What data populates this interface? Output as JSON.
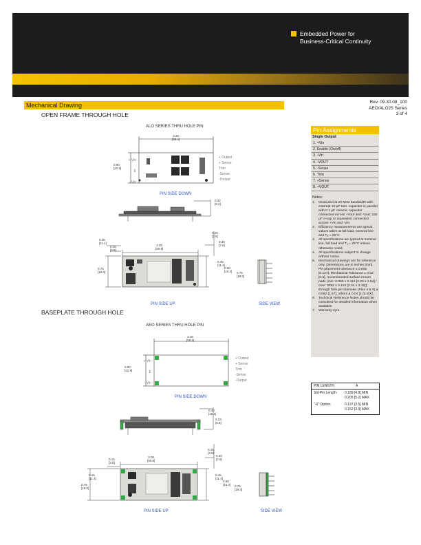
{
  "header": {
    "tagline": [
      "Embedded Power for",
      "Business-Critical Continuity"
    ],
    "section_title": "Mechanical Drawing",
    "revision": [
      "Rev. 09.30.08_100",
      "AEO/ALO25 Series",
      "3 of 4"
    ]
  },
  "open_frame": {
    "heading": "OPEN FRAME THROUGH HOLE",
    "caption": "ALO SERIES THRU HOLE PIN",
    "dim_width": [
      "2.30",
      "[58.4]"
    ],
    "dim_height": [
      "0.90",
      "[22.9]"
    ],
    "pins_left": [
      "+ Vin",
      "E",
      "- Vin"
    ],
    "pins_right": [
      "+ Output",
      "+ Sense",
      "Trim",
      "-Sense",
      "-Output"
    ],
    "label_pin_side_down": "PIN SIDE DOWN",
    "dim_side": [
      "0.32",
      "[8.2]"
    ],
    "dim_top": [
      "0.15",
      "[3.8]",
      "0.30",
      "[7.6]"
    ],
    "dim_left": [
      "0.45",
      "[11.4]",
      "0.15",
      "[3.8]"
    ],
    "dim_bottom_width": [
      "2.00",
      "[50.8]"
    ],
    "dim_left_height": [
      "0.75",
      "[19.0]"
    ],
    "dim_right": [
      "0.45",
      "[11.4]",
      "0.60",
      "[15.2]",
      "0.75",
      "[19.0]"
    ],
    "label_pin_side_up": "PIN SIDE UP",
    "label_side_view": "SIDE VIEW"
  },
  "baseplate": {
    "heading": "BASEPLATE THROUGH HOLE",
    "caption": "AEO SERIES THRU HOLE PIN",
    "dim_width": [
      "2.30",
      "[58.4]"
    ],
    "dim_height": [
      "0.90",
      "[22.9]"
    ],
    "pins_left": [
      "+ Vin",
      "E",
      "- Vin"
    ],
    "pins_right": [
      "+ Output",
      "+ Sense",
      "Trim",
      "-Sense",
      "-Output"
    ],
    "label_pin_side_down": "PIN SIDE DOWN",
    "dim_side": [
      "0.40",
      "[10.1]",
      "0.23",
      "[5.8]"
    ],
    "dim_top": [
      "0.15",
      "[3.8]",
      "0.30",
      "[7.6]"
    ],
    "dim_left": [
      "0.15",
      "[3.8]",
      "0.45",
      "[11.4]"
    ],
    "dim_bottom_width": [
      "2.00",
      "[50.8]"
    ],
    "dim_left_height": [
      "0.75",
      "[19.0]"
    ],
    "dim_right": [
      "0.45",
      "[11.4]",
      "0.60",
      "[15.2]",
      "0.75",
      "[19.0]"
    ],
    "label_pin_side_up": "PIN SIDE UP",
    "label_side_view": "SIDE VIEW"
  },
  "pin_assignments": {
    "title": "Pin Assignments",
    "subtitle": "Single Output",
    "pins": [
      "1.   +Vin",
      "2.   Enable (On/off)",
      "3.   -Vin",
      "4.   -VOUT",
      "5.   -Sense",
      "6.   Trim",
      "7.   +Sense",
      "8.   +VOUT"
    ],
    "notes_label": "Notes:",
    "notes": [
      [
        "1.",
        "Measured at 20 MHz bandwidth with external 10 µF tant. capacitor in parallel with 0.1 µF ceramic capacitor connected across +Vout and -Vout; 220 µF e-cap or equivalent connected across +Vin and -Vin."
      ],
      [
        "2.",
        "Efficiency measurements are typical values taken at full load, nominal line and Tₐ = 25°C"
      ],
      [
        "3.",
        "All specifications are typical at nominal line, full load and Tₐ = 25°C unless otherwise noted."
      ],
      [
        "4.",
        "All specifications subject to change without notice."
      ],
      [
        "5.",
        "Mechanical drawings are for reference only, Dimensions are in inches [mm]. Pin placement tolerance ± 0.005 [0.127]. Mechanical Tolerance ± 0.02 [0.5], recommended surface mount pads (min: 0.080 x 0.112 [2.03 x 2.84] / max: 0092 x 0.124 [2.34 x 3.15]); through hole pin diameter (Pins 4 & 8) ø 0.062 [1.57], others ø 0.04 [1.0] (6X)."
      ],
      [
        "6.",
        "Technical Reference Notes should be consulted for detailed information when available."
      ],
      [
        "7.",
        "Warranty 2yrs."
      ]
    ]
  },
  "pin_length": {
    "header": [
      "PIN LENGTH",
      "A"
    ],
    "rows": [
      [
        "Std Pin Length:",
        "0.189 [4.8] MIN",
        "0.205 [5.2] MAX"
      ],
      [
        "\"-6\" Option:",
        "0.137 [3.5] MIN",
        "0.152 [3.9] MAX"
      ]
    ]
  },
  "colors": {
    "brand_yellow": "#f2c200",
    "header_black": "#1c1c1c",
    "pin_green": "#3aa84a",
    "label_blue": "#2d52c8",
    "panel_grey": "#e4e1dc"
  }
}
